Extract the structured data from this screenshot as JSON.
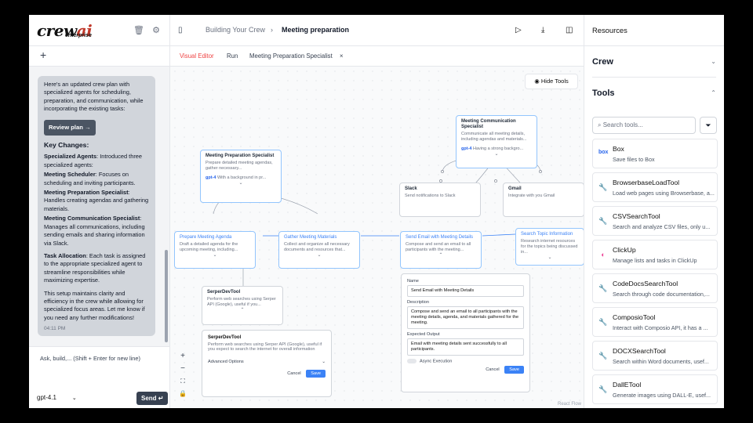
{
  "app": {
    "logo_main": "crew",
    "logo_ai": "ai",
    "logo_sub": "enterprise"
  },
  "chat": {
    "intro": "Here's an updated crew plan with specialized agents for scheduling, preparation, and communication, while incorporating the existing tasks:",
    "review_label": "Review plan →",
    "heading": "Key Changes:",
    "items": [
      {
        "bold": "Specialized Agents",
        "text": ": Introduced three specialized agents:"
      },
      {
        "bold": "Meeting Scheduler",
        "text": ": Focuses on scheduling and inviting participants."
      },
      {
        "bold": "Meeting Preparation Specialist",
        "text": ": Handles creating agendas and gathering materials."
      },
      {
        "bold": "Meeting Communication Specialist",
        "text": ": Manages all communications, including sending emails and sharing information via Slack."
      },
      {
        "bold": "Task Allocation",
        "text": ": Each task is assigned to the appropriate specialized agent to streamline responsibilities while maximizing expertise."
      }
    ],
    "closing": "This setup maintains clarity and efficiency in the crew while allowing for specialized focus areas. Let me know if you need any further modifications!",
    "time": "04:11 PM",
    "input_placeholder": "Ask, build,... (Shift + Enter for new line)",
    "model": "gpt-4.1",
    "send_label": "Send ↵"
  },
  "header": {
    "crumb_parent": "Building Your Crew",
    "crumb_sep": "›",
    "crumb_current": "Meeting preparation"
  },
  "tabs": [
    "Visual Editor",
    "Run",
    "Meeting Preparation Specialist",
    "×"
  ],
  "canvas": {
    "hide_tools": "Hide Tools",
    "react_flow": "React Flow",
    "agents": [
      {
        "title": "Meeting Preparation Specialist",
        "desc": "Prepare detailed meeting agendas, gather necessary...",
        "model": "gpt-4",
        "bg": "With a background in pr..."
      },
      {
        "title": "Meeting Communication Specialist",
        "desc": "Communicate all meeting details, including agendas and materials...",
        "model": "gpt-4",
        "bg": "Having a strong backgro..."
      }
    ],
    "tasks": [
      {
        "title": "Prepare Meeting Agenda",
        "desc": "Draft a detailed agenda for the upcoming meeting, including..."
      },
      {
        "title": "Gather Meeting Materials",
        "desc": "Collect and organize all necessary documents and resources that..."
      },
      {
        "title": "Send Email with Meeting Details",
        "desc": "Compose and send an email to all participants with the meeting..."
      },
      {
        "title": "Search Topic Information",
        "desc": "Research internet resources for the topics being discussed in..."
      }
    ],
    "tools": [
      {
        "title": "Slack",
        "desc": "Send notifications to Slack"
      },
      {
        "title": "Gmail",
        "desc": "Integrate with you Gmail"
      },
      {
        "title": "SerperDevTool",
        "desc": "Perform web searches using Serper API (Google), useful if you..."
      }
    ],
    "serper_panel": {
      "title": "SerperDevTool",
      "desc": "Perform web searches using Serper API (Google), useful if you expect to search the internet for overall information",
      "advanced": "Advanced Options",
      "cancel": "Cancel",
      "save": "Save"
    },
    "task_panel": {
      "name_label": "Name",
      "name_value": "Send Email with Meeting Details",
      "desc_label": "Description",
      "desc_value": "Compose and send an email to all participants with the meeting details, agenda, and materials gathered for the meeting.",
      "output_label": "Expected Output",
      "output_value": "Email with meeting details sent successfully to all participants.",
      "async_label": "Async Execution",
      "cancel": "Cancel",
      "save": "Save"
    }
  },
  "resources": {
    "title": "Resources",
    "crew_label": "Crew",
    "tools_label": "Tools",
    "search_placeholder": "Search tools...",
    "tools": [
      {
        "name": "Box",
        "desc": "Save files to Box",
        "icon": "box-icon"
      },
      {
        "name": "BrowserbaseLoadTool",
        "desc": "Load web pages using Browserbase, a...",
        "icon": "wrench-icon"
      },
      {
        "name": "CSVSearchTool",
        "desc": "Search and analyze CSV files, only u...",
        "icon": "wrench-icon"
      },
      {
        "name": "ClickUp",
        "desc": "Manage lists and tasks in ClickUp",
        "icon": "clickup-icon"
      },
      {
        "name": "CodeDocsSearchTool",
        "desc": "Search through code documentation,...",
        "icon": "wrench-icon"
      },
      {
        "name": "ComposioTool",
        "desc": "Interact with Composio API, it has a ...",
        "icon": "wrench-icon"
      },
      {
        "name": "DOCXSearchTool",
        "desc": "Search within Word documents, usef...",
        "icon": "wrench-icon"
      },
      {
        "name": "DallETool",
        "desc": "Generate images using DALL-E, usef...",
        "icon": "wrench-icon"
      }
    ]
  }
}
